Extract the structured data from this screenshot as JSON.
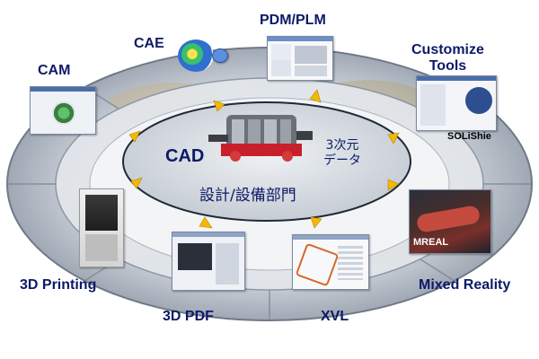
{
  "center": {
    "cad": "CAD",
    "data": "3次元\nデータ",
    "department": "設計/設備部門"
  },
  "modules": [
    {
      "id": "cae",
      "label": "CAE"
    },
    {
      "id": "pdm",
      "label": "PDM/PLM"
    },
    {
      "id": "customize",
      "label": "Customize\nTools"
    },
    {
      "id": "cam",
      "label": "CAM"
    },
    {
      "id": "mixed",
      "label": "Mixed Reality"
    },
    {
      "id": "xvl",
      "label": "XVL"
    },
    {
      "id": "pdf",
      "label": "3D PDF"
    },
    {
      "id": "printing",
      "label": "3D Printing"
    }
  ],
  "captions": {
    "solishie": "SOLiShie",
    "mreal": "MREAL"
  },
  "colors": {
    "label": "#0d1a66",
    "arrow": "#f5b800",
    "ring": "#a9b2bf",
    "center_fill": "#c9cfd6"
  }
}
